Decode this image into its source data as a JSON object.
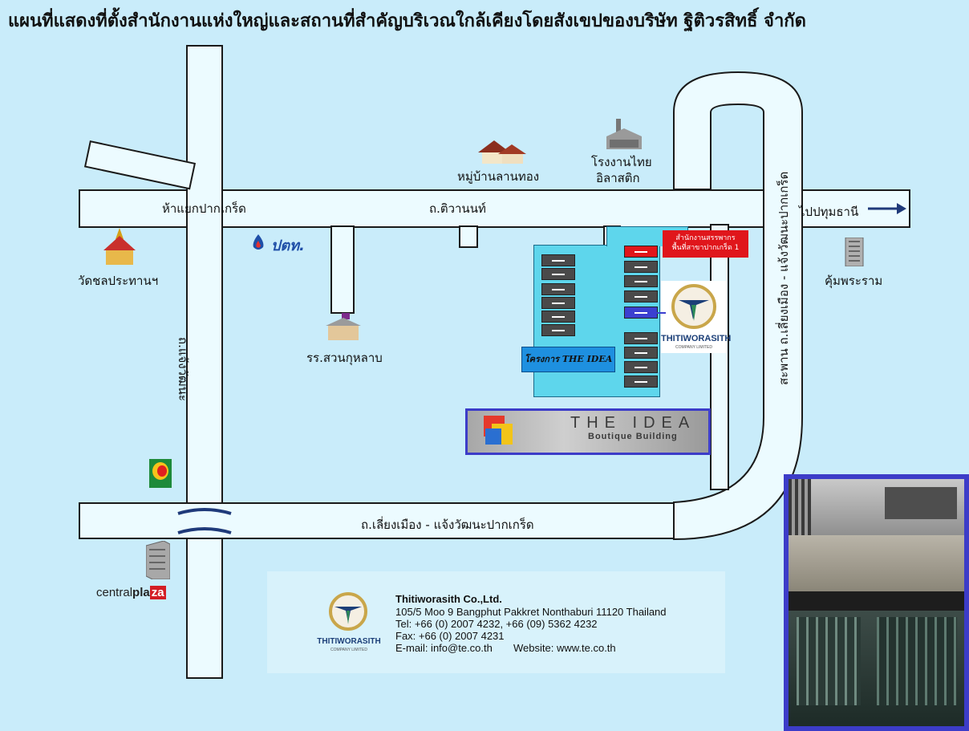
{
  "title": "แผนที่แสดงที่ตั้งสำนักงานแห่งใหญ่และสถานที่สำคัญบริเวณใกล้เคียงโดยสังเขปของบริษัท  ฐิติวรสิทธิ์  จำกัด",
  "roads": {
    "tiwanon": "ถ.ติวานนท์",
    "chaeng_vertical": "ถ.แจ้งวัฒนะ",
    "bypass_horizontal": "ถ.เลี่ยงเมือง - แจ้งวัฒนะปากเกร็ด",
    "bridge_vertical": "สะพาน ถ.เลี่ยงเมือง - แจ้งวัฒนะปากเกร็ด",
    "intersection": "ห้าแยกปากเกร็ด",
    "to_pathum": "ไปปทุมธานี"
  },
  "landmarks": {
    "village": "หมู่บ้านลานทอง",
    "factory_line1": "โรงงานไทย",
    "factory_line2": "อิลาสติก",
    "temple": "วัดชลประทานฯ",
    "school": "รร.สวนกุหลาบ",
    "kum_phra_ram": "คุ้มพระราม",
    "ptt": "ปตท.",
    "central_a": "central",
    "central_b": "pla",
    "central_c": "za"
  },
  "site": {
    "revenue_line1": "สำนักงานสรรพากร",
    "revenue_line2": "พื้นที่สาขาปากเกร็ด 1",
    "project": "โครงการ THE IDEA",
    "sign_title": "THE IDEA",
    "sign_sub": "Boutique Building"
  },
  "company": {
    "logo_name": "THITIWORASITH",
    "logo_sub": "COMPANY LIMITED",
    "name": "Thitiworasith Co.,Ltd.",
    "address": "105/5 Moo 9 Bangphut Pakkret Nonthaburi 11120 Thailand",
    "tel": "Tel: +66 (0) 2007 4232, +66 (09) 5362 4232",
    "fax": "Fax: +66 (0) 2007 4231",
    "email": "E-mail: info@te.co.th",
    "website": "Website: www.te.co.th"
  },
  "colors": {
    "background": "#c9ecfa",
    "road": "#ecfbff",
    "revenue": "#e0161b",
    "company_marker": "#3b3fd0",
    "frame": "#3c3cc8"
  }
}
